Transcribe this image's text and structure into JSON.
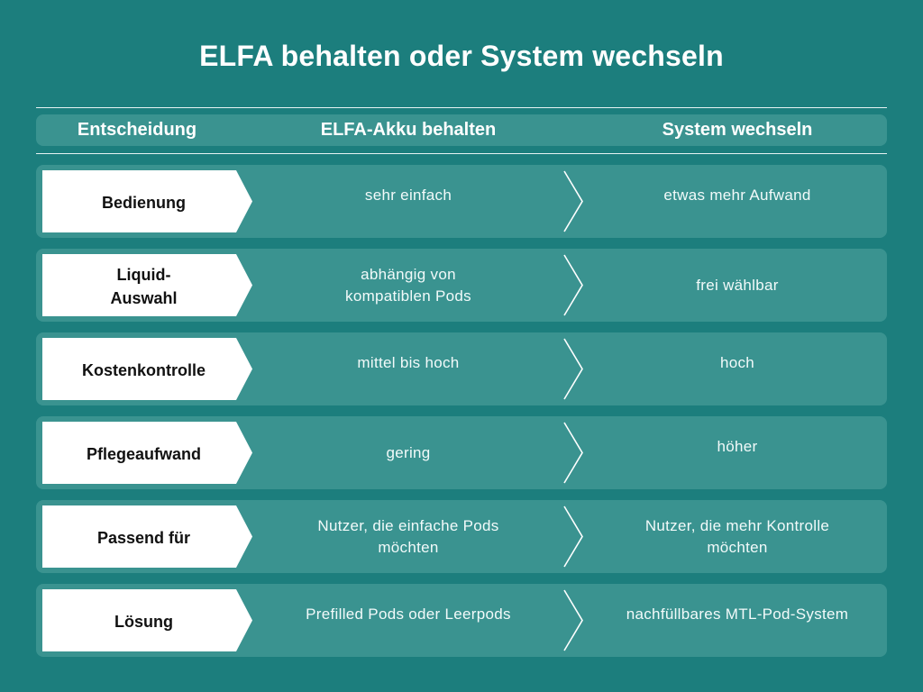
{
  "title": "ELFA behalten oder System wechseln",
  "header": {
    "col1": "Entscheidung",
    "col2": "ELFA-Akku behalten",
    "col3": "System wechseln"
  },
  "rows": [
    {
      "label": "Bedienung",
      "keep": "sehr einfach",
      "switch": "etwas mehr Aufwand"
    },
    {
      "label": "Liquid-Auswahl",
      "keep": "abhängig von kompatiblen Pods",
      "switch": "frei wählbar"
    },
    {
      "label": "Kostenkontrolle",
      "keep": "mittel bis hoch",
      "switch": "hoch"
    },
    {
      "label": "Pflegeaufwand",
      "keep": "gering",
      "switch": "höher"
    },
    {
      "label": "Passend für",
      "keep": "Nutzer, die einfache Pods möchten",
      "switch": "Nutzer, die mehr Kontrolle möchten"
    },
    {
      "label": "Lösung",
      "keep": "Prefilled Pods oder Leerpods",
      "switch": "nachfüllbares MTL-Pod-System"
    }
  ],
  "colors": {
    "background": "#1c7e7d",
    "row": "#3a9390",
    "label_bg": "#ffffff"
  }
}
